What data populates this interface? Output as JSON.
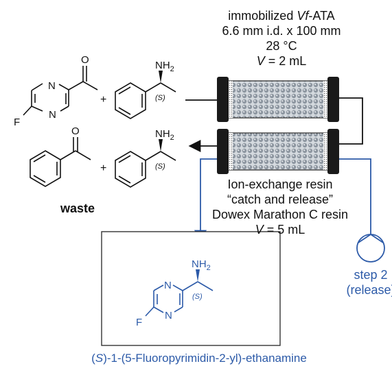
{
  "column1": {
    "line1": "immobilized ",
    "line1_italic": "Vf",
    "line1_end": "-ATA",
    "line2": "6.6 mm i.d. x 100 mm",
    "line3": "28 °C",
    "line4_var": "V",
    "line4_rest": " = 2 mL"
  },
  "column2": {
    "line1": "Ion-exchange resin",
    "line2": "“catch and release”",
    "line3": "Dowex Marathon C resin",
    "line4_var": "V",
    "line4_rest": " = 5 mL"
  },
  "pump": {
    "line1": "step 2",
    "line2": "(release)"
  },
  "waste_label": "waste",
  "product": {
    "name_prefix": "(",
    "name_italic": "S",
    "name_rest": ")-1-(5-Fluoropyrimidin-2-yl)-ethanamine"
  },
  "atoms": {
    "N": "N",
    "F": "F",
    "O": "O",
    "NH": "NH",
    "sub2": "2",
    "S": "(S)",
    "plus": "+"
  },
  "colors": {
    "ink": "#111111",
    "blue": "#2c5aa8",
    "resin": "#b8c0c8"
  }
}
